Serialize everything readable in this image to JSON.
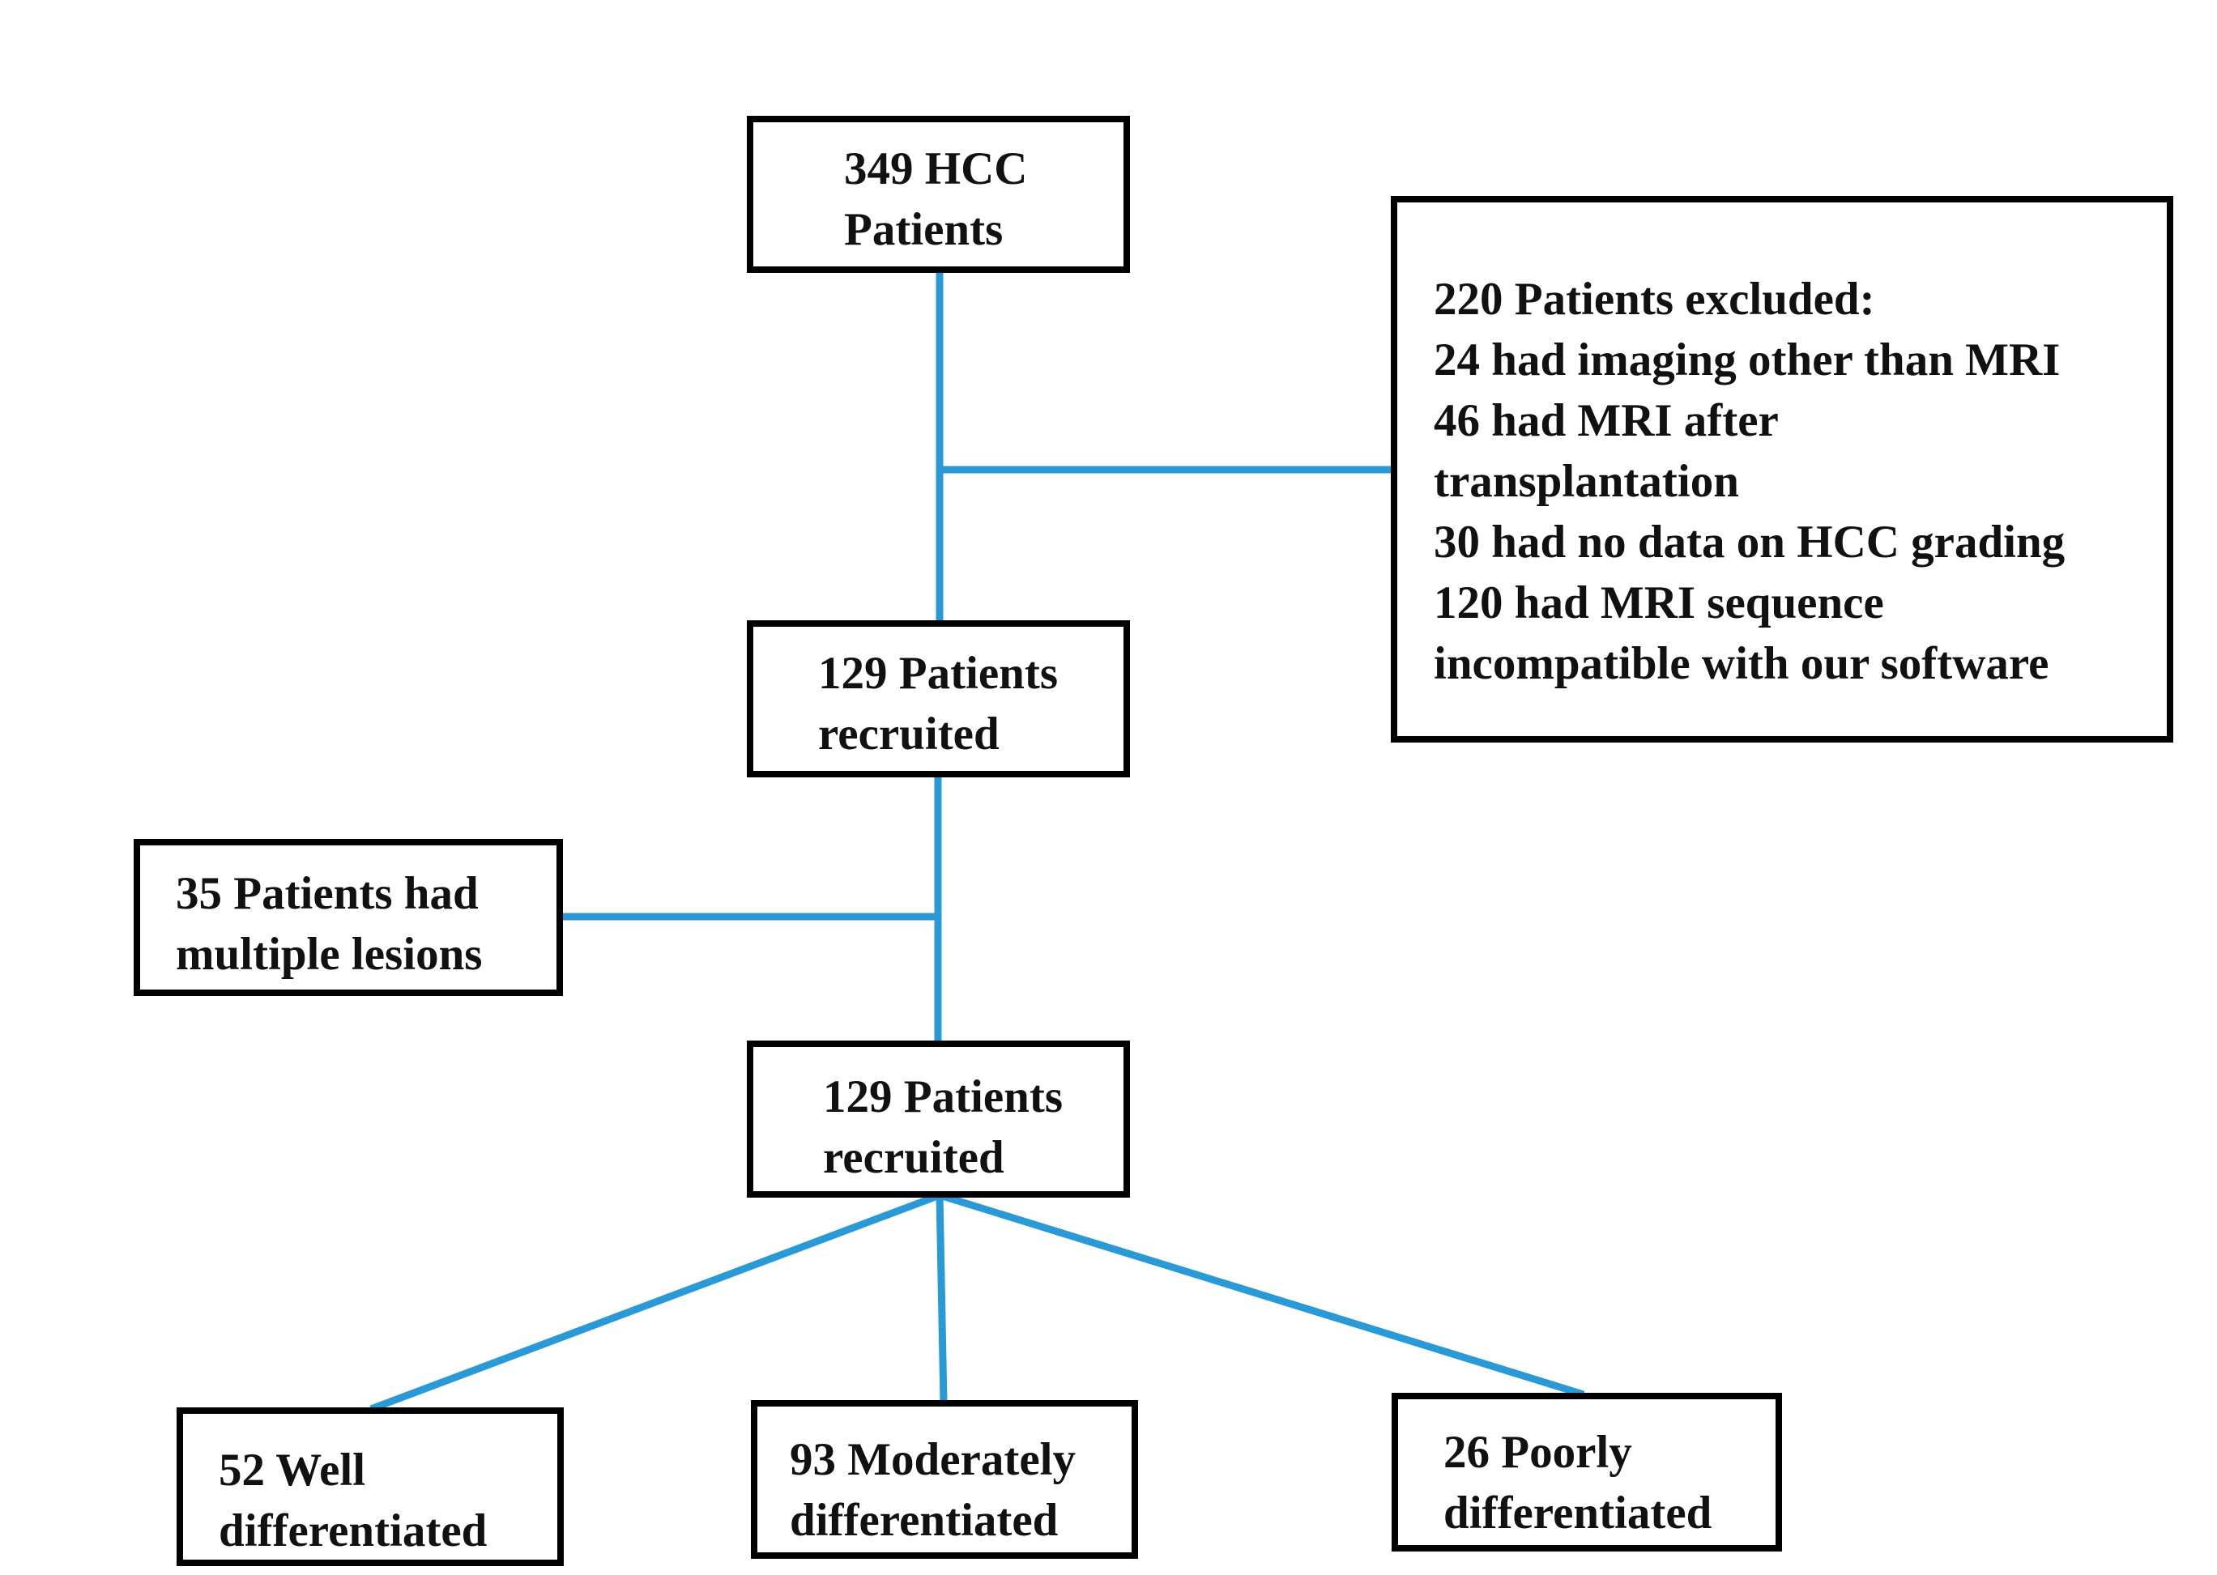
{
  "colors": {
    "connector": "#2a9ad6",
    "border": "#000000",
    "text": "#111111"
  },
  "nodes": {
    "total": {
      "line1": "349 HCC",
      "line2": "Patients"
    },
    "excluded": {
      "lines": [
        "220 Patients excluded:",
        "24 had imaging other than MRI",
        "46 had MRI after",
        "transplantation",
        "30 had no data on HCC grading",
        "120 had MRI sequence",
        "incompatible with our software"
      ]
    },
    "recruited_1": {
      "line1": "129 Patients",
      "line2": "recruited"
    },
    "multiple": {
      "line1": "35 Patients had",
      "line2": "multiple lesions"
    },
    "recruited_2": {
      "line1": "129 Patients",
      "line2": "recruited"
    },
    "well": {
      "line1": "52 Well",
      "line2": "differentiated"
    },
    "moderate": {
      "line1": "93 Moderately",
      "line2": "differentiated"
    },
    "poor": {
      "line1": "26 Poorly",
      "line2": "differentiated"
    }
  }
}
